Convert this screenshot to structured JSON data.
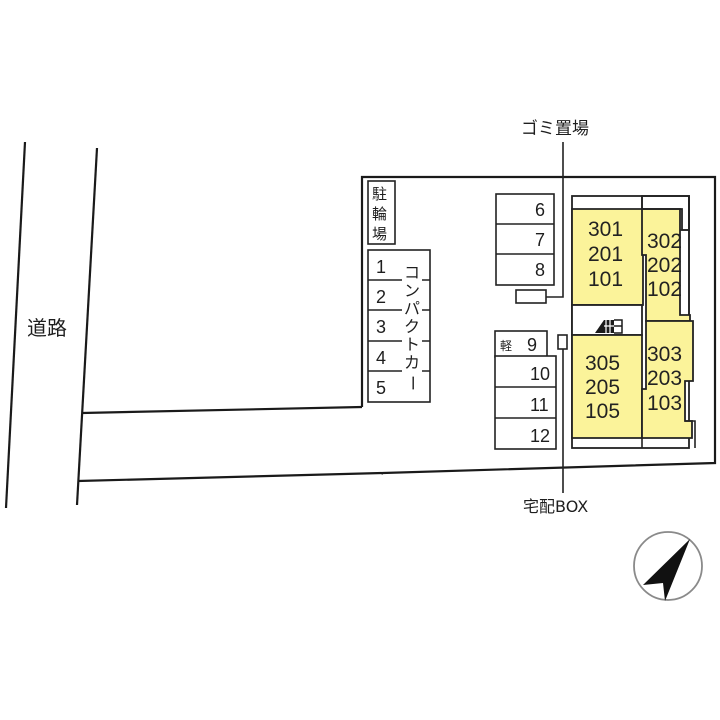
{
  "road": {
    "label": "道路"
  },
  "bicycle_parking": {
    "label_chars": [
      "駐",
      "輪",
      "場"
    ]
  },
  "compact_parking": {
    "label_chars": [
      "コ",
      "ン",
      "パ",
      "ク",
      "ト",
      "カ",
      "ー"
    ],
    "spaces": [
      "1",
      "2",
      "3",
      "4",
      "5"
    ]
  },
  "parking_upper": {
    "spaces": [
      "6",
      "7",
      "8"
    ]
  },
  "parking_lower": {
    "kei_label": "軽",
    "spaces": [
      "9",
      "10",
      "11",
      "12"
    ]
  },
  "garbage": {
    "label": "ゴミ置場"
  },
  "delivery_box": {
    "label": "宅配BOX"
  },
  "units": [
    {
      "id": "unit-stack-1",
      "lines": [
        "301",
        "201",
        "101"
      ]
    },
    {
      "id": "unit-stack-2",
      "lines": [
        "302",
        "202",
        "102"
      ]
    },
    {
      "id": "unit-stack-5",
      "lines": [
        "305",
        "205",
        "105"
      ]
    },
    {
      "id": "unit-stack-3",
      "lines": [
        "303",
        "203",
        "103"
      ]
    }
  ],
  "colors": {
    "unit_fill": "#fbf39a",
    "line": "#1a1a1a",
    "background": "#ffffff"
  },
  "compass": {
    "icon": "north-arrow-icon"
  }
}
